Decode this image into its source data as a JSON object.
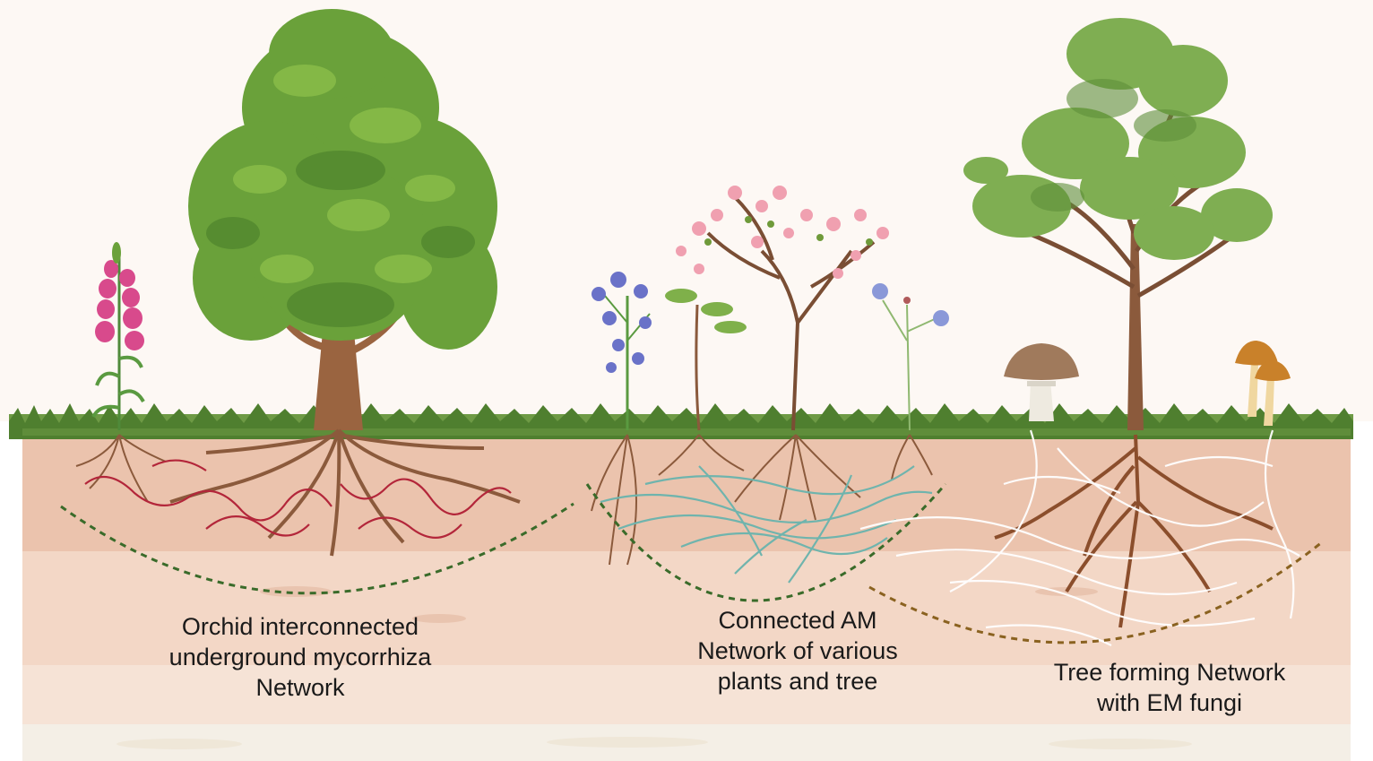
{
  "labels": {
    "orchid": [
      "Orchid interconnected",
      "underground mycorrhiza",
      "Network"
    ],
    "am": [
      "Connected AM",
      "Network of various",
      "plants and tree"
    ],
    "em": [
      "Tree forming Network",
      "with EM fungi"
    ]
  },
  "colors": {
    "sky": "#fdf8f4",
    "grass": "#5b8a3a",
    "soil_top": "#ebc3ad",
    "soil_mid": "#f3d7c6",
    "soil_low": "#f6e3d6",
    "soil_base": "#f4efe6",
    "orchid_fungi": "#b3263a",
    "am_fungi": "#6fb4ad",
    "em_fungi": "#ffffff",
    "network_orchid_am": "#3a6b2a",
    "network_em": "#8a6220",
    "roots": "#8b5a3c",
    "trunk": "#9a6440",
    "foliage": "#6aa13a"
  },
  "icons": [
    "snapdragon-icon",
    "bushy-tree-icon",
    "bellflower-icon",
    "sapling-icon",
    "blossom-tree-icon",
    "flax-flower-icon",
    "mushroom-icon",
    "tall-tree-icon",
    "orange-mushroom-icon"
  ]
}
